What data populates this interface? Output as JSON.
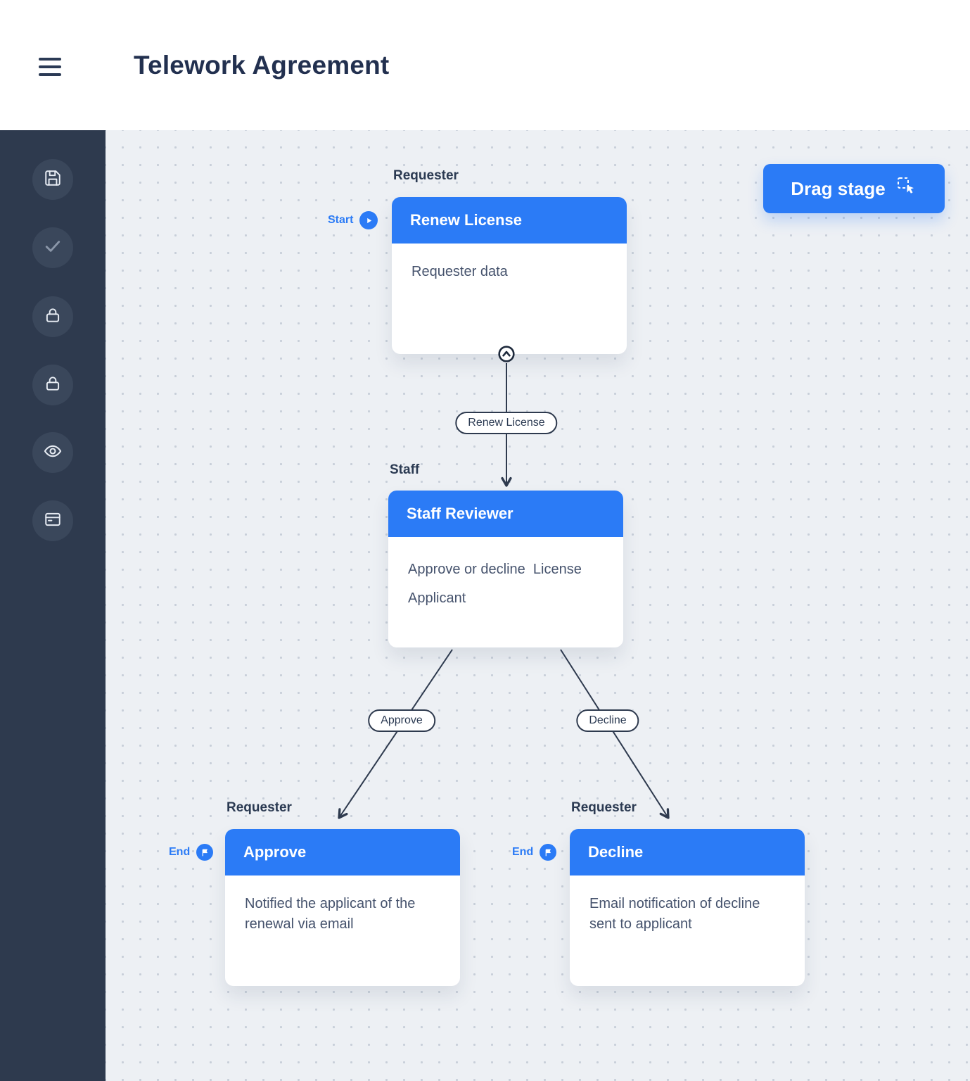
{
  "colors": {
    "accent": "#2b7bf6",
    "sidebar_bg": "#2e3a4e",
    "canvas_bg": "#edf0f4",
    "ink": "#2b3a52"
  },
  "header": {
    "title": "Telework Agreement"
  },
  "sidebar": {
    "items": [
      {
        "icon": "save-icon"
      },
      {
        "icon": "check-icon"
      },
      {
        "icon": "lock-icon"
      },
      {
        "icon": "lock-icon"
      },
      {
        "icon": "eye-icon"
      },
      {
        "icon": "browser-icon"
      }
    ]
  },
  "toolbar": {
    "drag_stage": "Drag stage"
  },
  "flow": {
    "start_label": "Start",
    "end_label": "End",
    "nodes": [
      {
        "role": "Requester",
        "title": "Renew License",
        "body": "Requester data"
      },
      {
        "role": "Staff",
        "title": "Staff Reviewer",
        "body": "Approve or decline  License\nApplicant"
      },
      {
        "role": "Requester",
        "title": "Approve",
        "body": "Notified the applicant of the renewal via email"
      },
      {
        "role": "Requester",
        "title": "Decline",
        "body": "Email notification of decline sent to applicant"
      }
    ],
    "connectors": [
      {
        "label": "Renew License"
      },
      {
        "label": "Approve"
      },
      {
        "label": "Decline"
      }
    ]
  }
}
